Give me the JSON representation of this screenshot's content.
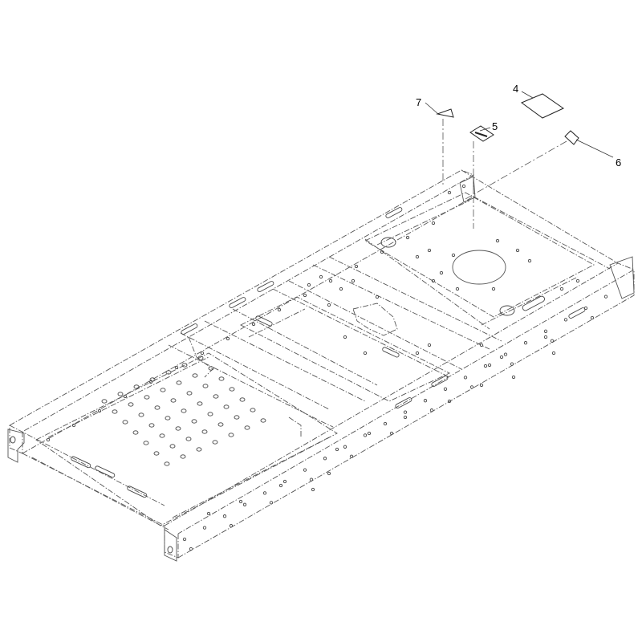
{
  "callouts": {
    "c4": "4",
    "c5": "5",
    "c6": "6",
    "c7": "7"
  }
}
